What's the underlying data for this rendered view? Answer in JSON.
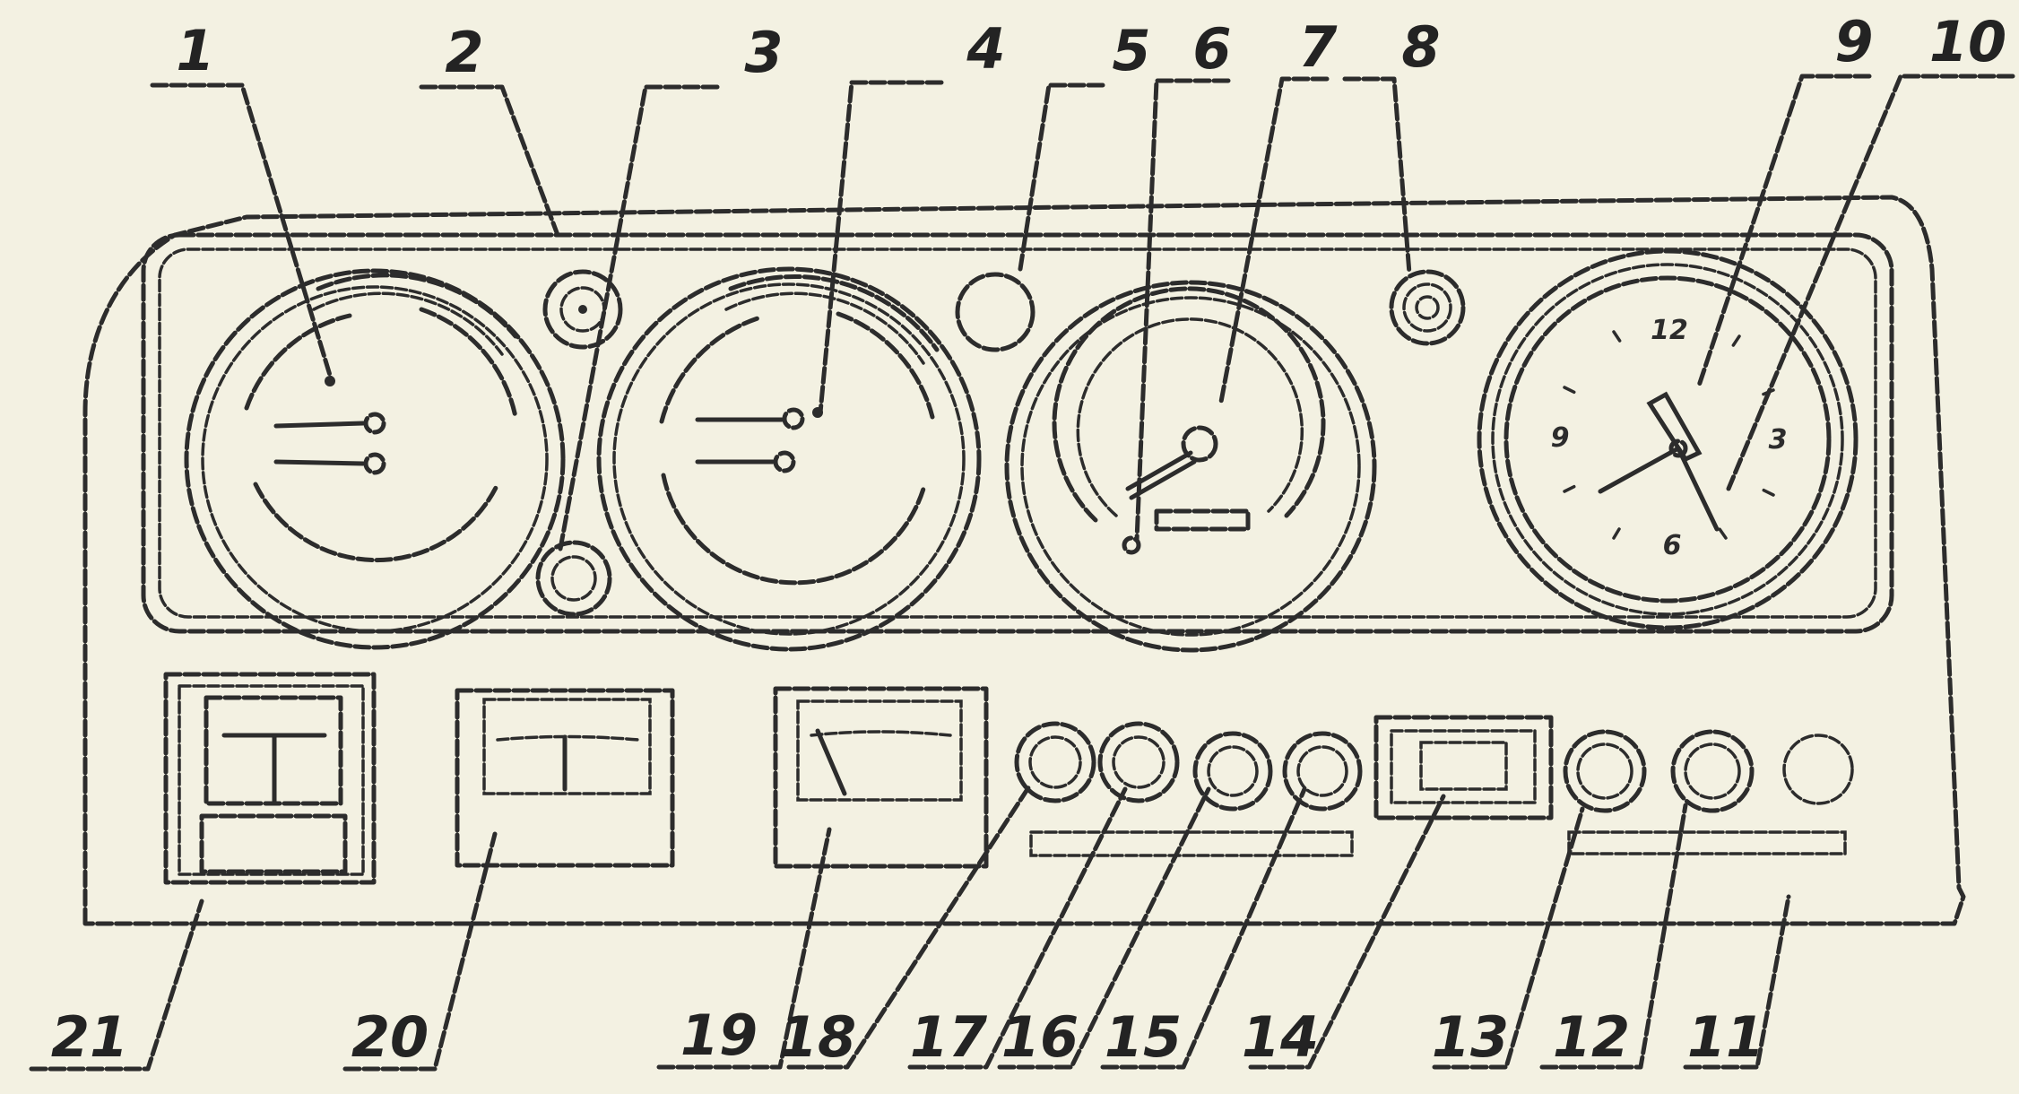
{
  "callouts": [
    {
      "id": "callout-1",
      "label": "1"
    },
    {
      "id": "callout-2",
      "label": "2"
    },
    {
      "id": "callout-3",
      "label": "3"
    },
    {
      "id": "callout-4",
      "label": "4"
    },
    {
      "id": "callout-5",
      "label": "5"
    },
    {
      "id": "callout-6",
      "label": "6"
    },
    {
      "id": "callout-7",
      "label": "7"
    },
    {
      "id": "callout-8",
      "label": "8"
    },
    {
      "id": "callout-9",
      "label": "9"
    },
    {
      "id": "callout-10",
      "label": "10"
    },
    {
      "id": "callout-11",
      "label": "11"
    },
    {
      "id": "callout-12",
      "label": "12"
    },
    {
      "id": "callout-13",
      "label": "13"
    },
    {
      "id": "callout-14",
      "label": "14"
    },
    {
      "id": "callout-15",
      "label": "15"
    },
    {
      "id": "callout-16",
      "label": "16"
    },
    {
      "id": "callout-17",
      "label": "17"
    },
    {
      "id": "callout-18",
      "label": "18"
    },
    {
      "id": "callout-19",
      "label": "19"
    },
    {
      "id": "callout-20",
      "label": "20"
    },
    {
      "id": "callout-21",
      "label": "21"
    }
  ],
  "clock": {
    "numeral_12": "12",
    "numeral_3": "3",
    "numeral_6": "6",
    "numeral_9": "9"
  }
}
